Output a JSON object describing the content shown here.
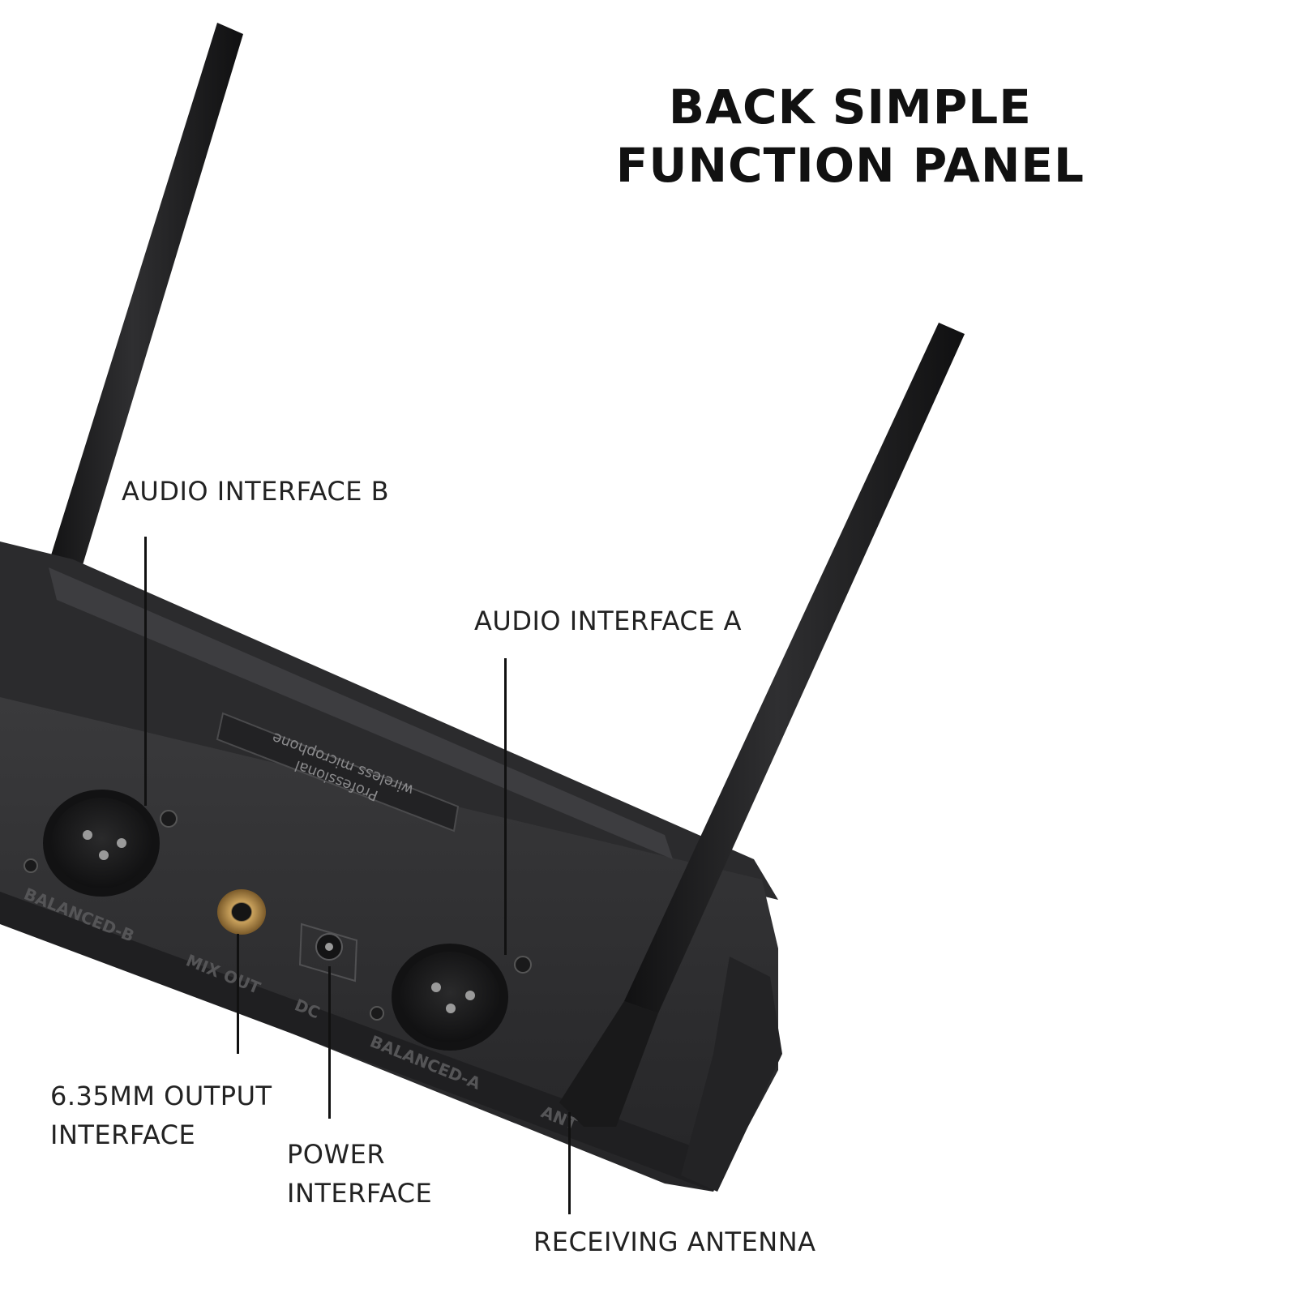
{
  "title": {
    "line1": "BACK SIMPLE",
    "line2": "FUNCTION PANEL"
  },
  "callouts": {
    "audio_b": "AUDIO INTERFACE B",
    "audio_a": "AUDIO INTERFACE A",
    "output_line1": "6.35MM OUTPUT",
    "output_line2": "INTERFACE",
    "power_line1": "POWER",
    "power_line2": "INTERFACE",
    "antenna": "RECEIVING ANTENNA"
  },
  "device_labels": {
    "brand_line1": "Professional",
    "brand_line2": "wireless microphone",
    "balanced_b": "BALANCED-B",
    "balanced_a": "BALANCED-A",
    "mix_out": "MIX OUT",
    "dc": "DC",
    "ant": "ANT"
  },
  "colors": {
    "body": "#2e2e30",
    "antenna": "#1c1c1e",
    "connector": "#161617",
    "jack": "#b08a4a",
    "text": "#111111"
  }
}
